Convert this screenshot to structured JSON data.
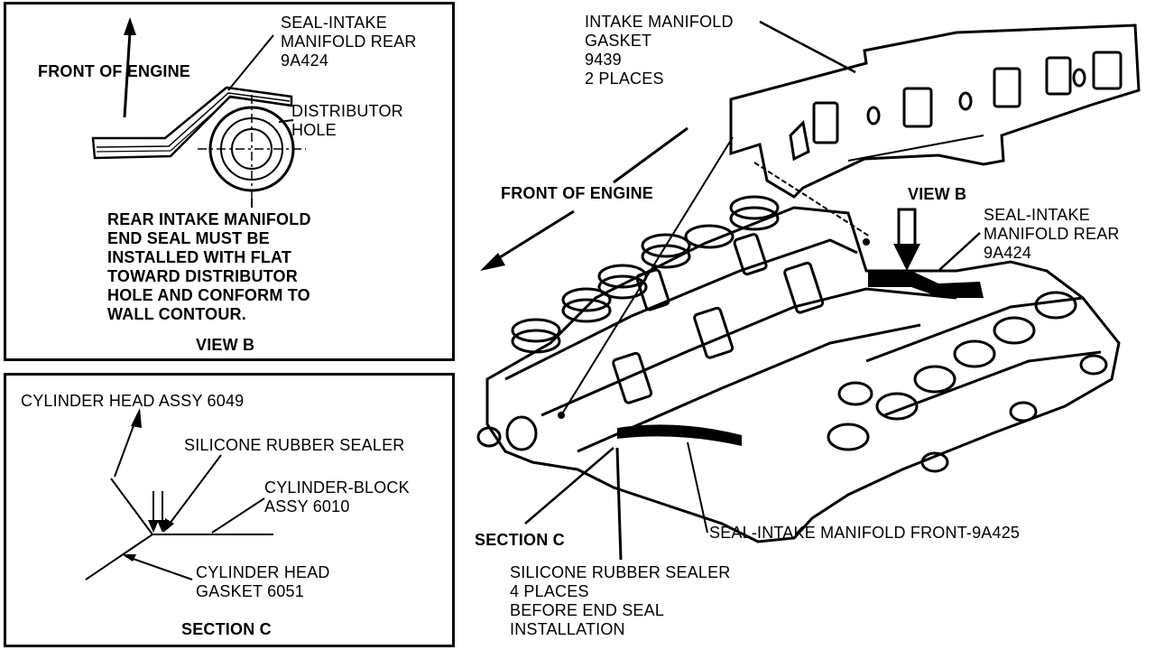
{
  "view_b_panel": {
    "front_of_engine": "FRONT OF ENGINE",
    "seal_rear": "SEAL-INTAKE\nMANIFOLD REAR\n9A424",
    "distributor_hole": "DISTRIBUTOR\nHOLE",
    "note": "REAR INTAKE MANIFOLD\nEND SEAL MUST BE\nINSTALLED WITH FLAT\nTOWARD DISTRIBUTOR\nHOLE AND CONFORM TO\nWALL CONTOUR.",
    "caption": "VIEW B"
  },
  "section_c_panel": {
    "cylinder_head_assy": "CYLINDER HEAD ASSY 6049",
    "silicone_sealer": "SILICONE RUBBER SEALER",
    "cylinder_block_assy": "CYLINDER-BLOCK\nASSY 6010",
    "cylinder_head_gasket": "CYLINDER HEAD\nGASKET 6051",
    "caption": "SECTION C"
  },
  "main_view": {
    "intake_gasket": "INTAKE MANIFOLD\nGASKET\n9439\n2 PLACES",
    "front_of_engine": "FRONT OF ENGINE",
    "view_b": "VIEW B",
    "seal_rear": "SEAL-INTAKE\nMANIFOLD REAR\n9A424",
    "section_c": "SECTION C",
    "seal_front": "SEAL-INTAKE MANIFOLD FRONT-9A425",
    "silicone_sealer": "SILICONE RUBBER SEALER\n4 PLACES\nBEFORE END SEAL\nINSTALLATION"
  }
}
